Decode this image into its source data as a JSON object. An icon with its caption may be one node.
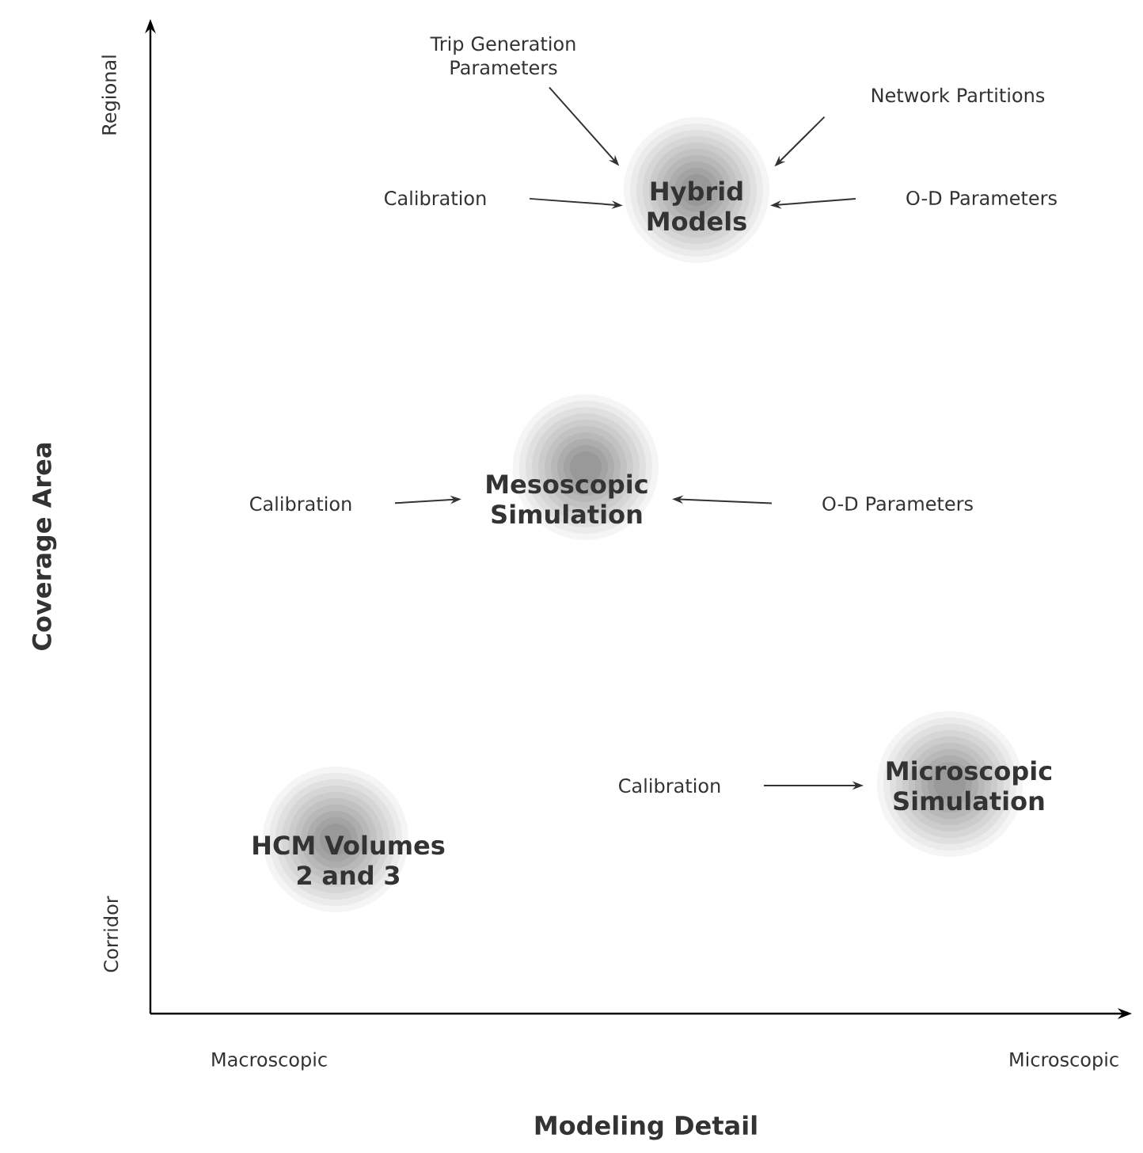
{
  "diagram": {
    "nodes": [
      {
        "text": [
          "Hybrid Models"
        ]
      },
      {
        "text": [
          "Trip Generation Parameters"
        ]
      },
      {
        "text": [
          "Network Partitions"
        ]
      },
      {
        "text": [
          "Calibration"
        ]
      },
      {
        "text": [
          "O-D Parameters"
        ]
      },
      {
        "text": [
          "Mesoscopic Simulation"
        ]
      },
      {
        "text": [
          "Calibration"
        ]
      },
      {
        "text": [
          "O-D Parameters"
        ]
      },
      {
        "text": [
          "HCM Volumes 2 and 3"
        ]
      },
      {
        "text": [
          "Calibration"
        ]
      },
      {
        "text": [
          "Microscopic Simulation"
        ]
      }
    ],
    "edges": [
      {
        "from": 1,
        "to": 0,
        "arrow": "to"
      },
      {
        "from": 2,
        "to": 0,
        "arrow": "to"
      },
      {
        "from": 3,
        "to": 0,
        "arrow": "to"
      },
      {
        "from": 4,
        "to": 0,
        "arrow": "to"
      },
      {
        "from": 6,
        "to": 5,
        "arrow": "to"
      },
      {
        "from": 7,
        "to": 5,
        "arrow": "to"
      },
      {
        "from": 9,
        "to": 10,
        "arrow": "to"
      }
    ],
    "labels": [
      "Regional",
      "Coverage Area",
      "Corridor",
      "Macroscopic",
      "Microscopic",
      "Modeling Detail"
    ]
  }
}
